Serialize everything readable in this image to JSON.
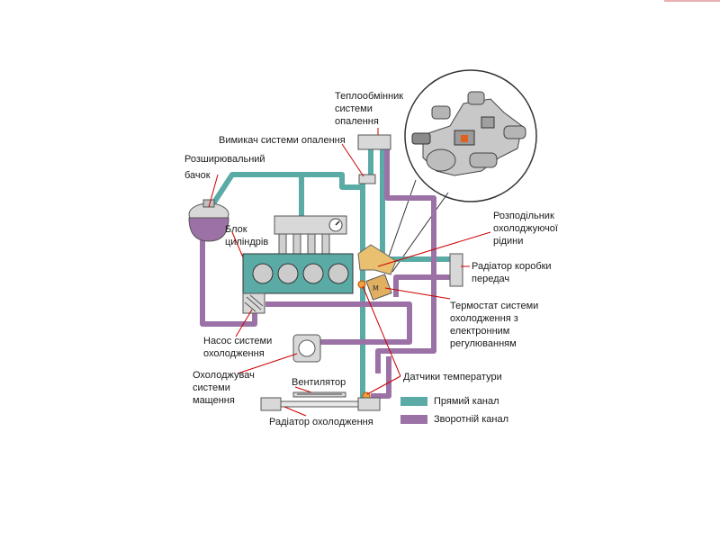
{
  "colors": {
    "supply": "#5aaba5",
    "return": "#9c72a6",
    "pointer": "#cc0000",
    "sensor": "#f0a040",
    "thermostat": "#e0b060",
    "component": "#d8d8d8",
    "outline": "#555555"
  },
  "labels": {
    "heater_core": [
      "Теплообмінник",
      "системи",
      "опалення"
    ],
    "heater_switch": "Вимикач системи опалення",
    "expansion_tank": [
      "Розширювальний",
      "бачок"
    ],
    "cylinder_block": [
      "Блок",
      "циліндрів"
    ],
    "distributor": [
      "Розподільник",
      "охолоджуючої",
      "рідини"
    ],
    "gearbox_radiator": [
      "Радіатор коробки",
      "передач"
    ],
    "thermostat": [
      "Термостат системи",
      "охолодження з",
      "електронним",
      "регулюванням"
    ],
    "pump": [
      "Насос системи",
      "охолодження"
    ],
    "oil_cooler": [
      "Охолоджувач",
      "системи",
      "мащення"
    ],
    "fan": "Вентилятор",
    "temp_sensors": "Датчики температури",
    "radiator": "Радіатор охолодження"
  },
  "legend": {
    "supply": "Прямий канал",
    "return": "Зворотній канал"
  }
}
